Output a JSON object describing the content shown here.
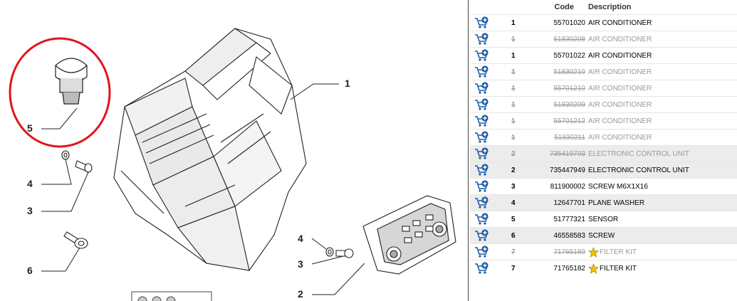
{
  "table": {
    "headers": {
      "code": "Code",
      "description": "Description"
    },
    "rows": [
      {
        "ref": "1",
        "code": "55701020",
        "description": "AIR CONDITIONER",
        "struck": false,
        "shaded": false,
        "star": false
      },
      {
        "ref": "1",
        "code": "51830208",
        "description": "AIR CONDITIONER",
        "struck": true,
        "shaded": false,
        "star": false
      },
      {
        "ref": "1",
        "code": "55701022",
        "description": "AIR CONDITIONER",
        "struck": false,
        "shaded": false,
        "star": false
      },
      {
        "ref": "1",
        "code": "51830210",
        "description": "AIR CONDITIONER",
        "struck": true,
        "shaded": false,
        "star": false
      },
      {
        "ref": "1",
        "code": "55701210",
        "description": "AIR CONDITIONER",
        "struck": true,
        "shaded": false,
        "star": false
      },
      {
        "ref": "1",
        "code": "51830209",
        "description": "AIR CONDITIONER",
        "struck": true,
        "shaded": false,
        "star": false
      },
      {
        "ref": "1",
        "code": "55701212",
        "description": "AIR CONDITIONER",
        "struck": true,
        "shaded": false,
        "star": false
      },
      {
        "ref": "1",
        "code": "51830211",
        "description": "AIR CONDITIONER",
        "struck": true,
        "shaded": false,
        "star": false
      },
      {
        "ref": "2",
        "code": "735419793",
        "description": "ELECTRONIC CONTROL UNIT",
        "struck": true,
        "shaded": true,
        "star": false
      },
      {
        "ref": "2",
        "code": "735447949",
        "description": "ELECTRONIC CONTROL UNIT",
        "struck": false,
        "shaded": true,
        "star": false
      },
      {
        "ref": "3",
        "code": "811900002",
        "description": "SCREW M6X1X16",
        "struck": false,
        "shaded": false,
        "star": false
      },
      {
        "ref": "4",
        "code": "12647701",
        "description": "PLANE WASHER",
        "struck": false,
        "shaded": true,
        "star": false
      },
      {
        "ref": "5",
        "code": "51777321",
        "description": "SENSOR",
        "struck": false,
        "shaded": false,
        "star": false
      },
      {
        "ref": "6",
        "code": "46558583",
        "description": "SCREW",
        "struck": false,
        "shaded": true,
        "star": false
      },
      {
        "ref": "7",
        "code": "71765189",
        "description": "FILTER KIT",
        "struck": true,
        "shaded": false,
        "star": true
      },
      {
        "ref": "7",
        "code": "71765182",
        "description": "FILTER KIT",
        "struck": false,
        "shaded": false,
        "star": true
      }
    ]
  },
  "diagram": {
    "callouts": [
      "1",
      "2",
      "3",
      "4",
      "5",
      "6",
      "4",
      "3"
    ],
    "highlight_color": "#e0141b"
  },
  "icons": {
    "cart": "add-to-cart-icon",
    "star": "star-icon"
  },
  "colors": {
    "cart_blue": "#1a5aa8",
    "star_gold": "#f2c200"
  }
}
